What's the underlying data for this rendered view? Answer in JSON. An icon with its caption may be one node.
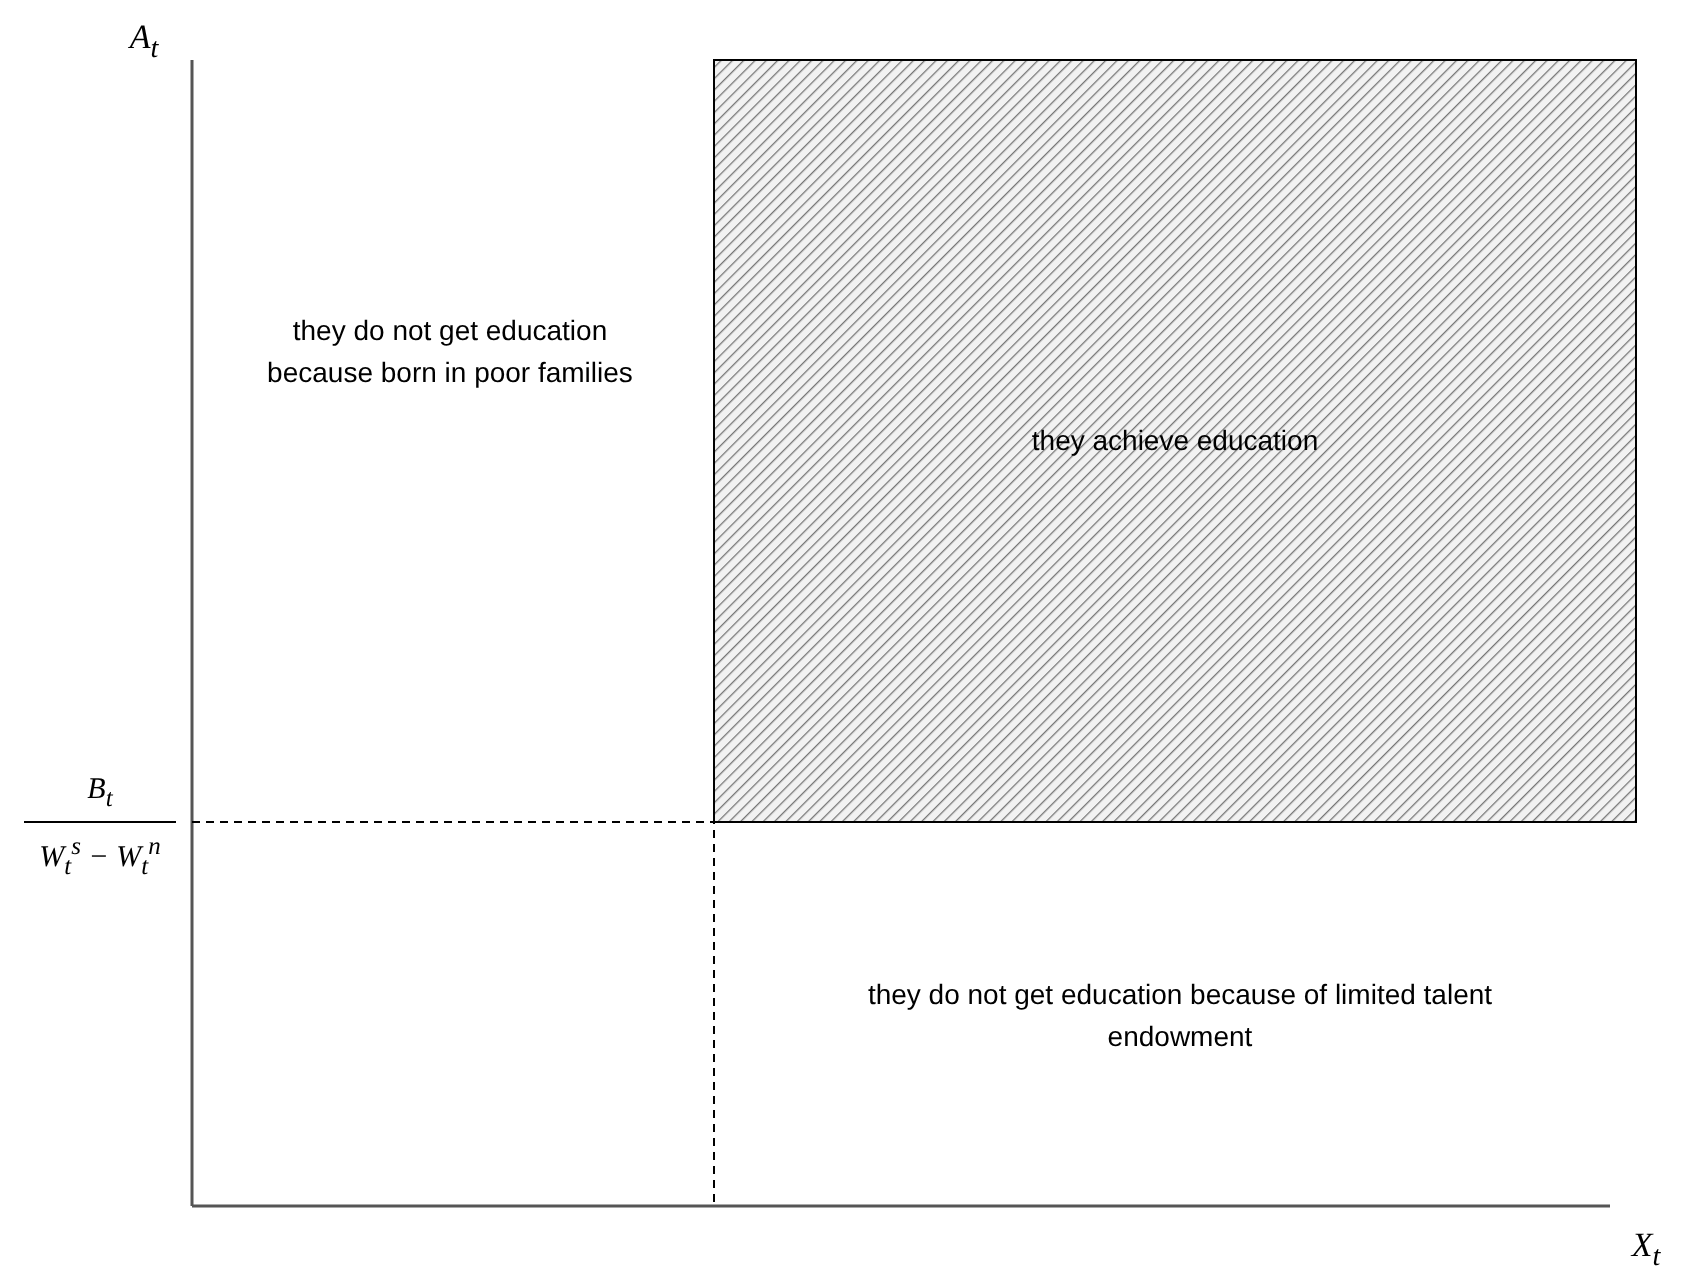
{
  "diagram": {
    "nodes": [
      {
        "text": [
          "they achieve education"
        ]
      }
    ],
    "labels": [
      "A$_{t}$",
      "they do not get education because born in poor families",
      "B$_{t}$",
      "W$_{t}$$^{s}$ − W$_{t}$$^{n}$",
      "they do not get education because of limited talent endowment",
      "X$_{t}$"
    ]
  }
}
